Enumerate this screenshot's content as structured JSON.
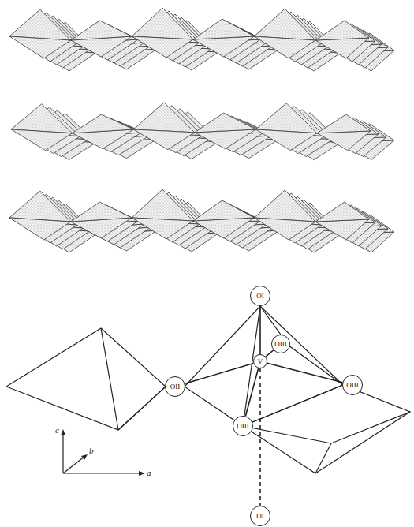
{
  "diagram": {
    "nodes": [
      {
        "text": [
          "OI"
        ]
      },
      {
        "text": [
          "OIII"
        ]
      },
      {
        "text": [
          "V"
        ]
      },
      {
        "text": [
          "OII"
        ]
      },
      {
        "text": [
          "OIII"
        ]
      },
      {
        "text": [
          "OIII"
        ]
      },
      {
        "text": [
          "OI"
        ]
      }
    ],
    "edges": [
      {
        "from": 2,
        "to": 0,
        "arrow": "none"
      },
      {
        "from": 2,
        "to": 1,
        "arrow": "none"
      },
      {
        "from": 2,
        "to": 3,
        "arrow": "none"
      },
      {
        "from": 2,
        "to": 4,
        "arrow": "none"
      },
      {
        "from": 2,
        "to": 5,
        "arrow": "none"
      },
      {
        "from": 2,
        "to": 6,
        "arrow": "none"
      }
    ],
    "labels": [
      "c",
      "b",
      "a"
    ]
  }
}
